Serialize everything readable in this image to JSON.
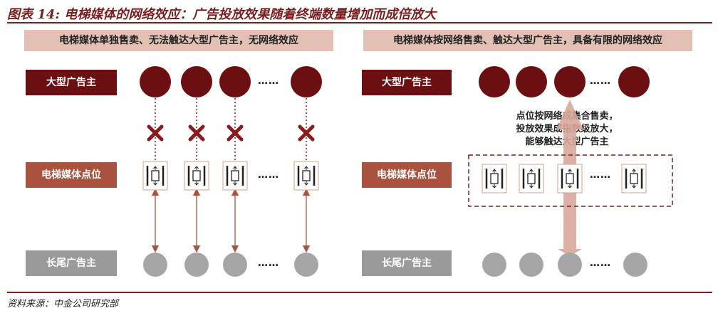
{
  "figure": {
    "title": "图表 14: 电梯媒体的网络效应：广告投放效果随着终端数量增加而成倍放大",
    "source": "资料来源：中金公司研究部"
  },
  "left_panel": {
    "header": "电梯媒体单独售卖、无法触达大型广告主，无网络效应",
    "label_large": "大型广告主",
    "label_media": "电梯媒体点位",
    "label_tail": "长尾广告主",
    "ellipsis": "……"
  },
  "right_panel": {
    "header": "电梯媒体按网络售卖、触达大型广告主，具备有限的网络效应",
    "label_large": "大型广告主",
    "label_media": "电梯媒体点位",
    "label_tail": "长尾广告主",
    "ellipsis": "……",
    "note_lines": [
      "点位按网络成集合售卖，",
      "投放效果成指数级放大，",
      "能够触达大型广告主"
    ]
  },
  "colors": {
    "dark_red": "#6b0f12",
    "mid_red": "#a9533e",
    "header_bg": "#e2c1b4",
    "gray": "#9a9a9a",
    "circle_gray": "#a6a6a6",
    "cross": "#8b1a1a",
    "arrow_pink": "#d8a89a"
  },
  "icons": {
    "elevator": "elevator-icon",
    "block": "cross-icon"
  }
}
